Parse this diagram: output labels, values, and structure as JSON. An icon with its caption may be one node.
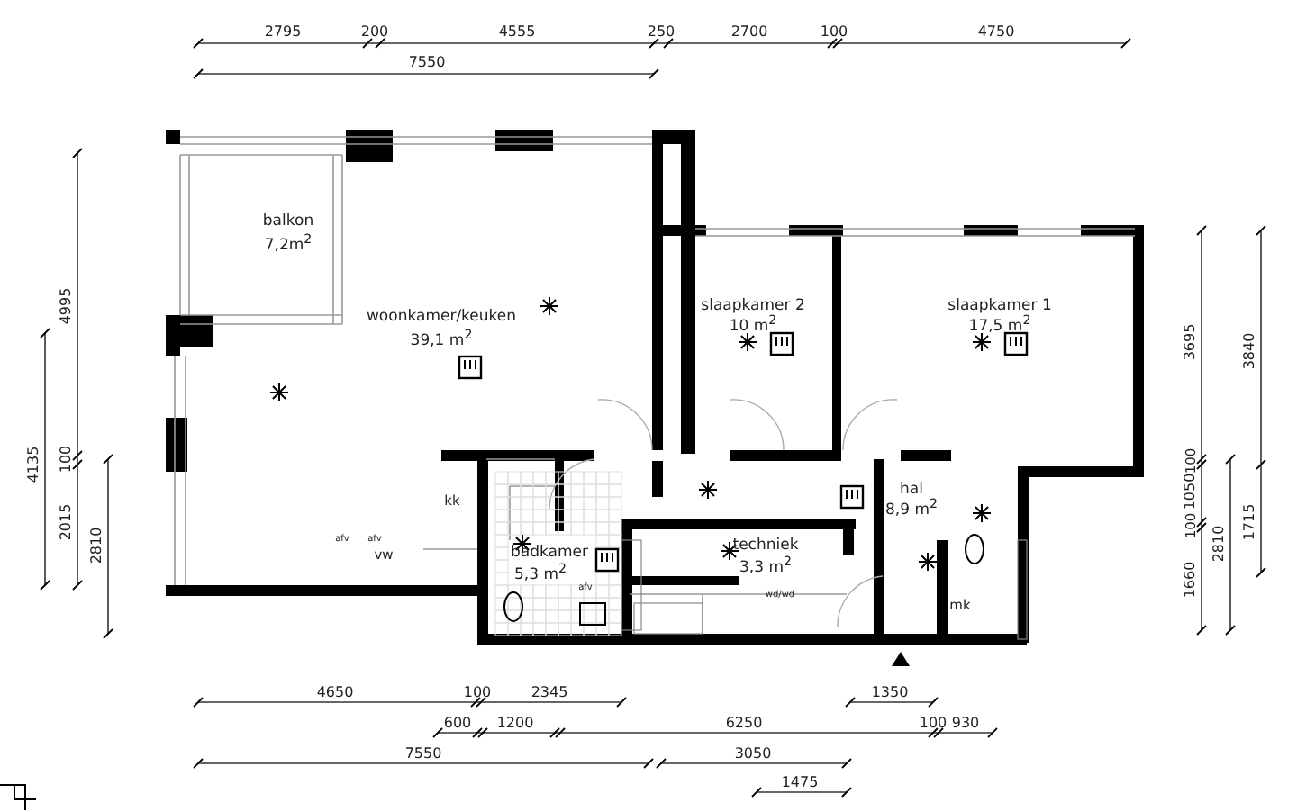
{
  "diagram": {
    "labels": [
      "2795",
      "200",
      "4555",
      "250",
      "2700",
      "100",
      "4750",
      "7550",
      "4995",
      "4135",
      "100",
      "2015",
      "2810",
      "balkon",
      "7,2m$^{2}$",
      "woonkamer/keuken",
      "39,1 m$^{2}$",
      "slaapkamer 2",
      "10 m$^{2}$",
      "slaapkamer 1",
      "17,5 m$^{2}$",
      "3695",
      "3840",
      "kk",
      "hal",
      "8,9 m$^{2}$",
      "100",
      "1050",
      "100",
      "1715",
      "badkamer",
      "techniek",
      "afv",
      "afv",
      "vw",
      "5,3 m$^{2}$",
      "3,3 m$^{2}$",
      "2810",
      "afv",
      "1660",
      "wd/wd",
      "mk",
      "4650",
      "100",
      "2345",
      "1350",
      "600",
      "1200",
      "6250",
      "100",
      "930",
      "7550",
      "3050",
      "1475"
    ]
  }
}
